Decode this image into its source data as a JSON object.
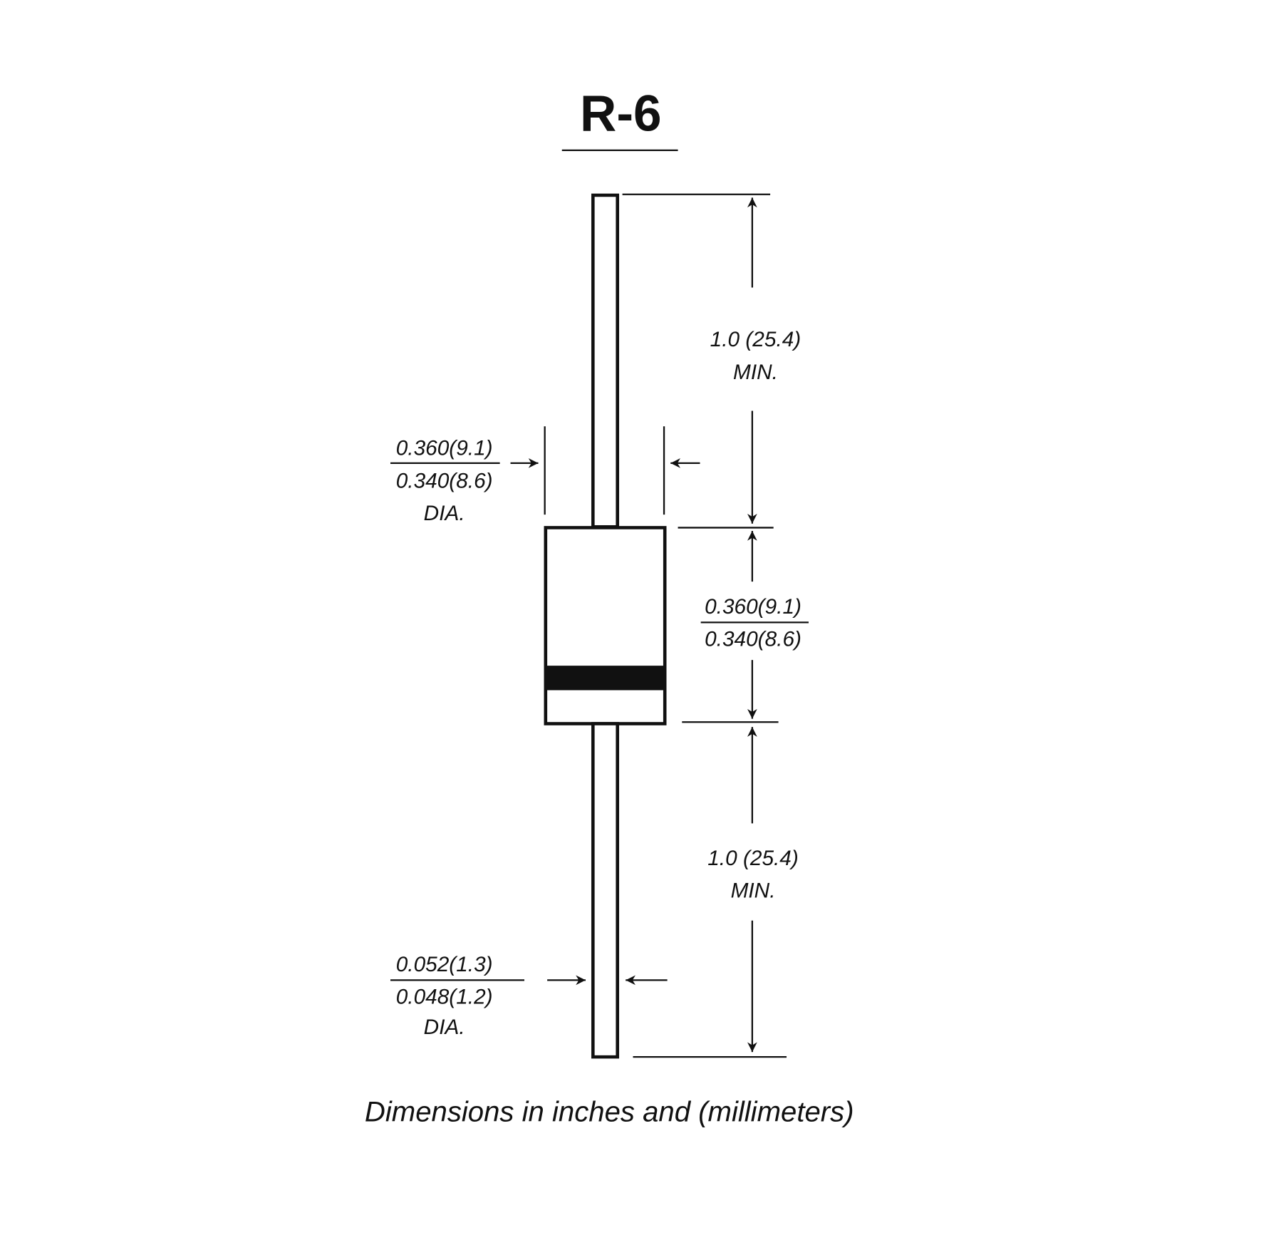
{
  "title": "R-6",
  "lead_length_top": {
    "value": "1.0 (25.4)",
    "note": "MIN."
  },
  "body_length": {
    "max": "0.360(9.1)",
    "min": "0.340(8.6)"
  },
  "body_diameter": {
    "max": "0.360(9.1)",
    "min": "0.340(8.6)",
    "note": "DIA."
  },
  "lead_length_bottom": {
    "value": "1.0 (25.4)",
    "note": "MIN."
  },
  "lead_diameter": {
    "max": "0.052(1.3)",
    "min": "0.048(1.2)",
    "note": "DIA."
  },
  "caption": "Dimensions in inches and (millimeters)"
}
